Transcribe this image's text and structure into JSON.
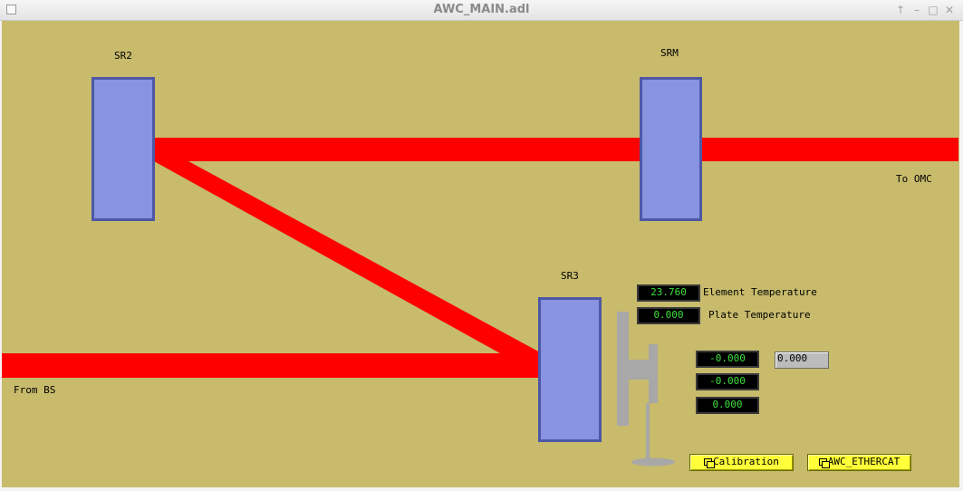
{
  "window": {
    "title": "AWC_MAIN.adl",
    "controls": [
      "↑",
      "–",
      "□",
      "✕"
    ]
  },
  "colors": {
    "background": "#c8bb6c",
    "beam": "#ff0000",
    "optic_fill": "#8894e0",
    "optic_border": "#4d57a6",
    "readout_text": "#3ee03e",
    "button": "#ffff3a"
  },
  "labels": {
    "sr2": "SR2",
    "srm": "SRM",
    "sr3": "SR3",
    "to_omc": "To OMC",
    "from_bs": "From BS",
    "element_temperature": "Element Temperature",
    "plate_temperature": "Plate Temperature"
  },
  "readouts": {
    "element_temperature": "23.760",
    "plate_temperature": "0.000",
    "readout_1": "-0.000",
    "readout_2": "-0.000",
    "readout_3": "0.000"
  },
  "inputs": {
    "setpoint_value": "0.000"
  },
  "buttons": {
    "calibration": "Calibration",
    "awc_ethercat": "AWC_ETHERCAT"
  }
}
